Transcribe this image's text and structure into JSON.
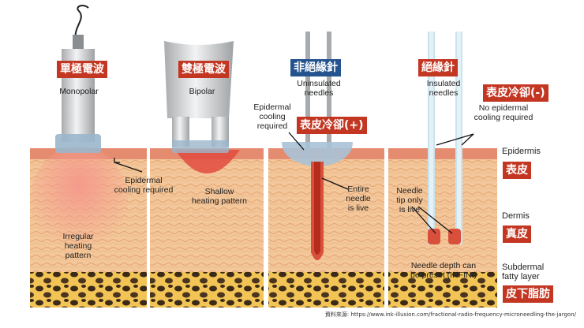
{
  "tags": {
    "monopolar_zh": "單極電波",
    "bipolar_zh": "雙極電波",
    "uninsulated_zh": "非絕緣針",
    "insulated_zh": "絕緣針",
    "cooling_plus": "表皮冷卻(+)",
    "cooling_minus": "表皮冷卻(-)",
    "epidermis_zh": "表皮",
    "dermis_zh": "真皮",
    "fat_zh": "皮下脂肪"
  },
  "labels": {
    "monopolar": "Monopolar",
    "bipolar": "Bipolar",
    "uninsulated_1": "Uninsulated",
    "uninsulated_2": "needles",
    "insulated_1": "Insulated",
    "insulated_2": "needles",
    "epi_cool_1": "Epidermal",
    "epi_cool_2": "cooling",
    "epi_cool_3": "required",
    "epi_cool_req_1": "Epidermal",
    "epi_cool_req_2": "cooling required",
    "no_epi_1": "No epidermal",
    "no_epi_2": "cooling required",
    "irregular_1": "Irregular",
    "irregular_2": "heating",
    "irregular_3": "pattern",
    "shallow_1": "Shallow",
    "shallow_2": "heating pattern",
    "entire_1": "Entire",
    "entire_2": "needle",
    "entire_3": "is live",
    "needletip_1": "Needle",
    "needletip_2": "tip only",
    "needletip_3": "is live",
    "depth_1": "Needle depth can",
    "depth_2": "be preset (INFINI)",
    "epidermis": "Epidermis",
    "dermis": "Dermis",
    "subdermal_1": "Subdermal",
    "subdermal_2": "fatty layer"
  },
  "source": "資料來源: https://www.ink-illusion.com/fractional-radio-frequency-microneedling-the-jargon/"
}
